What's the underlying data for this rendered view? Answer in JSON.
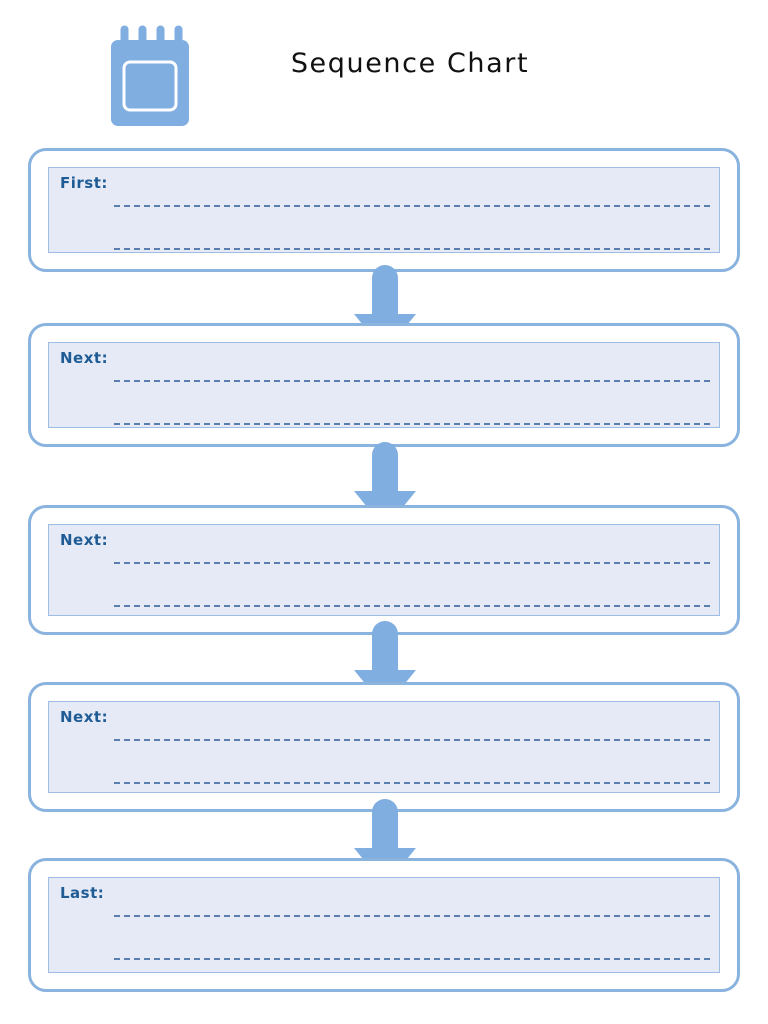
{
  "document": {
    "title": "Sequence Chart"
  },
  "header": {
    "title": "Sequence Chart",
    "icon": "notepad-icon"
  },
  "colors": {
    "box_border": "#8ab3de",
    "box_fill": "#e5eaf6",
    "inner_border": "#9dbde2",
    "label_text": "#1f5c96",
    "dashed_line": "#5a7fae",
    "arrow_fill": "#80aee0",
    "title_text": "#111111",
    "page_background": "#ffffff"
  },
  "steps": [
    {
      "label": "First:",
      "lines": [
        "",
        ""
      ]
    },
    {
      "label": "Next:",
      "lines": [
        "",
        ""
      ]
    },
    {
      "label": "Next:",
      "lines": [
        "",
        ""
      ]
    },
    {
      "label": "Next:",
      "lines": [
        "",
        ""
      ]
    },
    {
      "label": "Last:",
      "lines": [
        "",
        ""
      ]
    }
  ],
  "arrows": [
    {
      "direction": "down",
      "name": "arrow-step1-to-step2"
    },
    {
      "direction": "down",
      "name": "arrow-step2-to-step3"
    },
    {
      "direction": "down",
      "name": "arrow-step3-to-step4"
    },
    {
      "direction": "down",
      "name": "arrow-step4-to-step5"
    }
  ]
}
